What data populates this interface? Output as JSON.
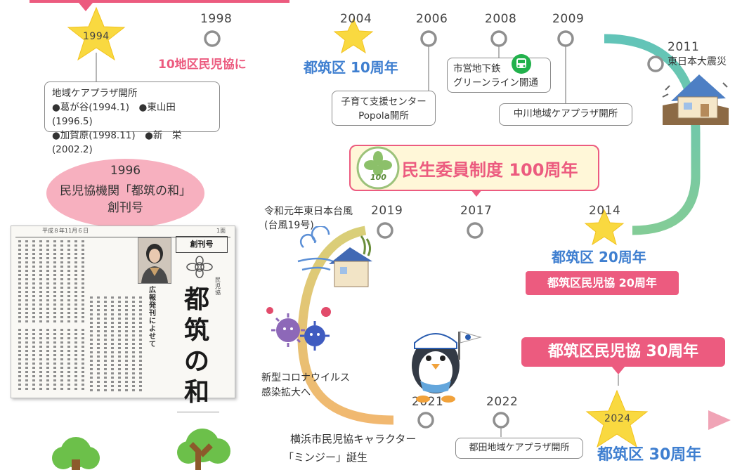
{
  "events": {
    "y1994": "1994",
    "y1998": "1998",
    "y2004": "2004",
    "y2006": "2006",
    "y2008": "2008",
    "y2009": "2009",
    "y2011": "2011",
    "y2014": "2014",
    "y2017": "2017",
    "y2019": "2019",
    "y2021": "2021",
    "y2022": "2022",
    "y2024": "2024",
    "c1998": "10地区民児協に",
    "c2004": "都筑区 10周年",
    "c2011": "東日本大震災",
    "c2014": "都筑区 20周年",
    "c2014b": "都筑区民児協 20周年",
    "c2019a": "令和元年東日本台風",
    "c2019b": "(台風19号)",
    "c2024": "都筑区 30周年",
    "c30": "都筑区民児協 30周年",
    "covid1": "新型コロナウイルス",
    "covid2": "感染拡大へ",
    "minsei": "民生委員制度 100周年",
    "minsei_logo_num": "100",
    "chara1": "横浜市民児協キャラクター",
    "chara2": "「ミンジー」誕生"
  },
  "boxes": {
    "plaza_title": "地域ケアプラザ開所",
    "plaza_row1": "●葛が谷(1994.1)　●東山田(1996.5)",
    "plaza_row2": "●加賀原(1998.11)　●新　栄(2002.2)",
    "popola1": "子育て支援センター",
    "popola2": "Popola開所",
    "subway1": "市営地下鉄",
    "subway2": "グリーンライン開通",
    "nakagawa": "中川地域ケアプラザ開所",
    "tsuda": "都田地域ケアプラザ開所"
  },
  "bulletin": {
    "year": "1996",
    "line1": "民児協機関「都筑の和」",
    "line2": "創刊号",
    "header_left": "平成８年11月６日",
    "header_right": "1面",
    "badge": "創刊号",
    "title_vertical": "都筑の和",
    "heading": "広報発刊によせて",
    "org": "民児協"
  },
  "colors": {
    "blue_line": "#6c86d6",
    "teal_line": "#62c4b8",
    "green_line": "#b5d46e",
    "orange_line": "#f1b870",
    "pink_line": "#f0a4b6",
    "pink_accent": "#ec5b7f",
    "blue_text": "#3f7fd0",
    "star": "#f9d940",
    "node": "#8f8f8f"
  }
}
